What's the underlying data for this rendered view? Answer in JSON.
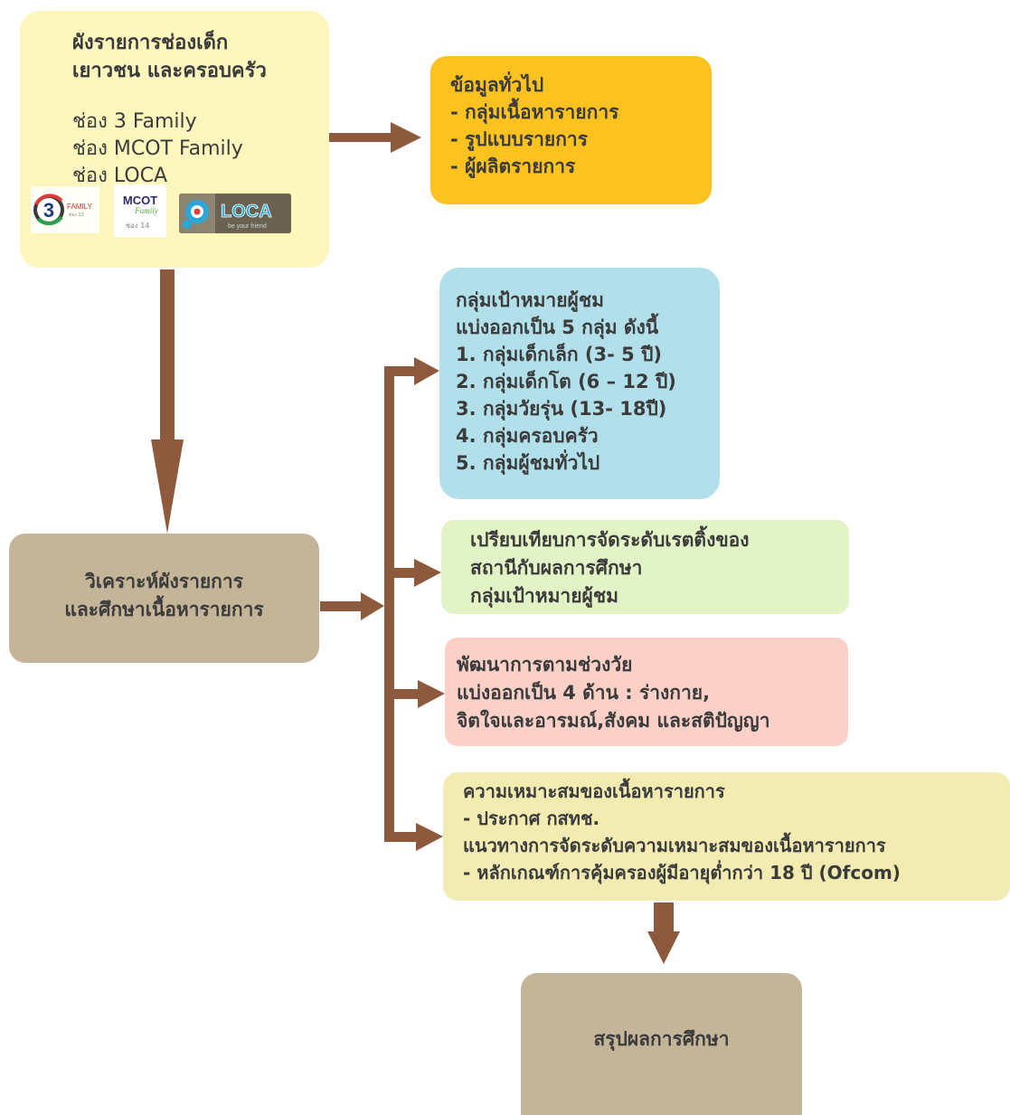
{
  "channels_box": {
    "title_lines": [
      "ผังรายการช่องเด็ก",
      "เยาวชน และครอบครัว"
    ],
    "channels": [
      "ช่อง 3 Family",
      "ช่อง MCOT Family",
      "ช่อง LOCA"
    ],
    "logos": {
      "three_family": {
        "number": "3",
        "text": "FAMILY",
        "sub": "ช่อง 13"
      },
      "mcot_family": {
        "text": "MCOT",
        "sub": "Family",
        "channel": "ช่อง 14"
      },
      "loca": {
        "text": "LOCA",
        "sub": "be your friend"
      }
    }
  },
  "general_box": {
    "lines": [
      "ข้อมูลทั่วไป",
      "- กลุ่มเนื้อหารายการ",
      "- รูปแบบรายการ",
      "- ผู้ผลิตรายการ"
    ]
  },
  "analyze_box": {
    "lines": [
      "วิเคราะห์ผังรายการ",
      "และศึกษาเนื้อหารายการ"
    ]
  },
  "audience_box": {
    "lines": [
      "กลุ่มเป้าหมายผู้ชม",
      "แบ่งออกเป็น 5 กลุ่ม ดังนี้",
      "1. กลุ่มเด็กเล็ก (3- 5 ปี)",
      "2. กลุ่มเด็กโต (6 – 12 ปี)",
      "3. กลุ่มวัยรุ่น   (13- 18ปี)",
      "4. กลุ่มครอบครัว",
      "5. กลุ่มผู้ชมทั่วไป"
    ]
  },
  "rating_box": {
    "lines": [
      "เปรียบเทียบการจัดระดับเรตติ้งของ",
      "สถานีกับผลการศึกษา",
      "กลุ่มเป้าหมายผู้ชม"
    ]
  },
  "development_box": {
    "lines": [
      "พัฒนาการตามช่วงวัย",
      "แบ่งออกเป็น 4 ด้าน : ร่างกาย,",
      "จิตใจและอารมณ์,สังคม และสติปัญญา"
    ]
  },
  "suitability_box": {
    "lines": [
      "ความเหมาะสมของเนื้อหารายการ",
      "- ประกาศ กสทช.",
      "แนวทางการจัดระดับความเหมาะสมของเนื้อหารายการ",
      "- หลักเกณฑ์การคุ้มครองผู้มีอายุต่ำกว่า 18 ปี (Ofcom)"
    ]
  },
  "conclusion_box": {
    "label": "สรุปผลการศึกษา"
  },
  "colors": {
    "arrow": "#8e5a3d",
    "channels_fill": "#fdf6bd",
    "general_fill": "#fcc21f",
    "analyze_fill": "#c5b598",
    "audience_fill": "#b1dfea",
    "rating_fill": "#e2f3c5",
    "development_fill": "#fad0c7",
    "suitability_fill": "#f2ecb3",
    "conclusion_fill": "#c5b598"
  }
}
